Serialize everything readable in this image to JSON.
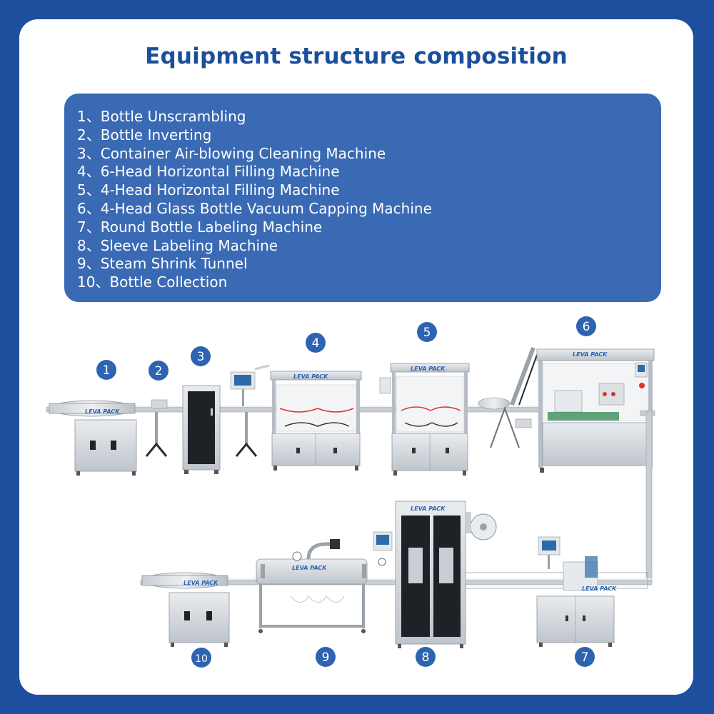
{
  "title": "Equipment structure composition",
  "items": [
    {
      "num": "1、",
      "label": "Bottle Unscrambling"
    },
    {
      "num": "2、",
      "label": "Bottle Inverting"
    },
    {
      "num": "3、",
      "label": "Container Air-blowing Cleaning Machine"
    },
    {
      "num": "4、",
      "label": "6-Head Horizontal Filling Machine"
    },
    {
      "num": "5、",
      "label": "4-Head Horizontal Filling Machine"
    },
    {
      "num": "6、",
      "label": "4-Head Glass Bottle Vacuum Capping Machine"
    },
    {
      "num": "7、",
      "label": "Round Bottle Labeling Machine"
    },
    {
      "num": "8、",
      "label": "Sleeve Labeling Machine"
    },
    {
      "num": "9、",
      "label": "Steam Shrink Tunnel"
    },
    {
      "num": "10、",
      "label": "Bottle Collection"
    }
  ],
  "badges": [
    "1",
    "2",
    "3",
    "4",
    "5",
    "6",
    "7",
    "8",
    "9",
    "10"
  ],
  "brand": "LEVA PACK",
  "colors": {
    "background": "#1d4f9e",
    "title": "#1b4f9c",
    "list_box": "#3a6ab4",
    "badge": "#2d63b0",
    "accent_red": "#d9342b"
  }
}
